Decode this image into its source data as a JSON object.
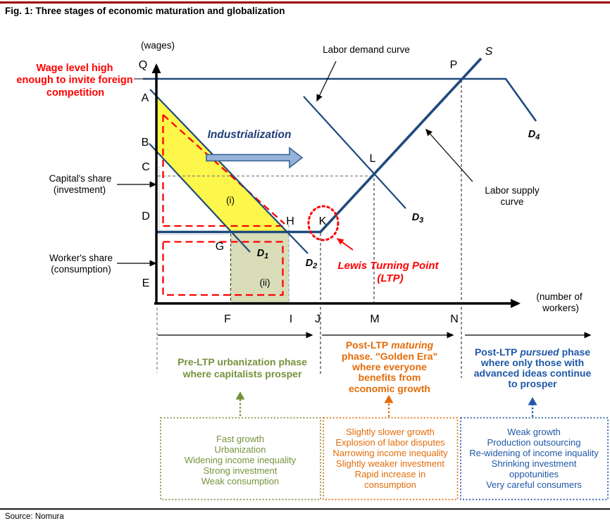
{
  "title": "Fig. 1: Three stages of economic maturation and globalization",
  "source": "Source: Nomura",
  "colors": {
    "navy": "#1f4a7d",
    "red": "#fe0000",
    "olive": "#76923c",
    "orange": "#e36c09",
    "blue": "#1f58a8",
    "yellow_fill": "#fdf74b",
    "green_fill": "#d8ddb8",
    "light_blue": "#95b3d7",
    "maroon_rule": "#9b0000"
  },
  "axis": {
    "y_unit": "(wages)",
    "x_unit_1": "(number of",
    "x_unit_2": "workers)"
  },
  "points": {
    "q": "Q",
    "a": "A",
    "b": "B",
    "c": "C",
    "d": "D",
    "e": "E",
    "f": "F",
    "g": "G",
    "h": "H",
    "i": "I",
    "j": "J",
    "k": "K",
    "l": "L",
    "m": "M",
    "n": "N",
    "p": "P",
    "s": "S"
  },
  "curve_labels": {
    "demand": "Labor demand curve",
    "supply_1": "Labor supply",
    "supply_2": "curve",
    "d1": {
      "main": "D",
      "sub": "1"
    },
    "d2": {
      "main": "D",
      "sub": "2"
    },
    "d3": {
      "main": "D",
      "sub": "3"
    },
    "d4": {
      "main": "D",
      "sub": "4"
    }
  },
  "annotations": {
    "wage_1": "Wage level high",
    "wage_2": "enough to invite foreign",
    "wage_3": "competition",
    "capital_1": "Capital's share",
    "capital_2": "(investment)",
    "worker_1": "Worker's share",
    "worker_2": "(consumption)",
    "industrialization": "Industrialization",
    "ltp_1": "Lewis Turning Point",
    "ltp_2": "(LTP)",
    "region_i": "(i)",
    "region_ii": "(ii)"
  },
  "phases": {
    "pre": {
      "line_1": "Pre-LTP urbanization phase",
      "line_2": "where capitalists prosper"
    },
    "maturing": {
      "l1a": "Post-LTP",
      "l1b": "maturing",
      "l2": "phase. \"Golden Era\"",
      "l3": "where everyone",
      "l4": "benefits from",
      "l5": "economic growth"
    },
    "pursued": {
      "l1a": "Post-LTP",
      "l1b": "pursued",
      "l1c": "phase",
      "l2": "where only those with",
      "l3": "advanced ideas continue",
      "l4": "to prosper"
    }
  },
  "boxes": {
    "pre": [
      "Fast growth",
      "Urbanization",
      "Widening income inequality",
      "Strong investment",
      "Weak consumption"
    ],
    "maturing": [
      "Slightly slower growth",
      "Explosion of labor disputes",
      "Narrowing income inequality",
      "Slightly weaker investment",
      "Rapid increase in",
      "consumption"
    ],
    "pursued": [
      "Weak growth",
      "Production outsourcing",
      "Re-widening of income inquality",
      "Shrinking investment",
      "oppotunities",
      "Very careful consumers"
    ]
  }
}
